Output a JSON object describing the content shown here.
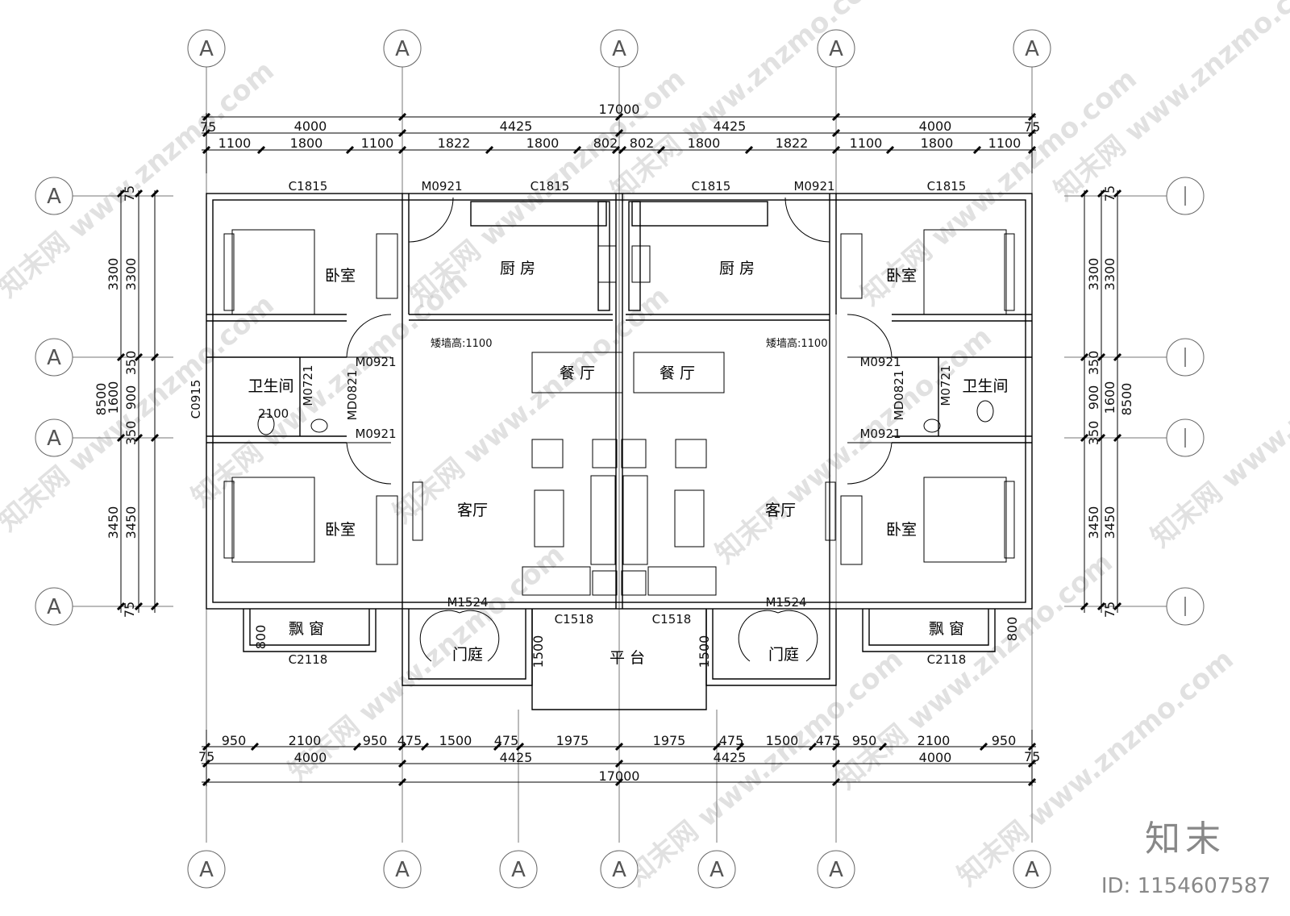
{
  "axis_label": "A",
  "rooms": {
    "bedroom": "卧室",
    "kitchen": "厨 房",
    "dining": "餐 厅",
    "bathroom": "卫生间",
    "living": "客厅",
    "bay_window": "飘 窗",
    "foyer": "门庭",
    "platform": "平 台"
  },
  "codes": {
    "c1815": "C1815",
    "m0921": "M0921",
    "c0915": "C0915",
    "m0721": "M0721",
    "md0821": "MD0821",
    "m1524": "M1524",
    "c1518": "C1518",
    "c2118": "C2118",
    "wall_height": "矮墙高:1100",
    "gap2100": "2100"
  },
  "top_dims": {
    "total": "17000",
    "edge": "75",
    "main": [
      "4000",
      "4425",
      "4425",
      "4000"
    ],
    "detail": [
      "1100",
      "1800",
      "1100",
      "1822",
      "1800",
      "802",
      "802",
      "1800",
      "1822",
      "1100",
      "1800",
      "1100"
    ]
  },
  "bottom_dims": {
    "detail": [
      "950",
      "2100",
      "950",
      "475",
      "1500",
      "475",
      "1975",
      "1975",
      "475",
      "1500",
      "475",
      "950",
      "2100",
      "950"
    ],
    "edge": "75",
    "main": [
      "4000",
      "4425",
      "4425",
      "4000"
    ],
    "total": "17000"
  },
  "side_dims": {
    "left_outer": [
      "75",
      "3300",
      "1600",
      "3450",
      "75"
    ],
    "left_inner": [
      "3300",
      "350",
      "900",
      "350",
      "3450"
    ],
    "total": "8500",
    "bay": "800",
    "foyer": "1500"
  },
  "watermark": "知末网 www.znzmo.com",
  "brand": "知末",
  "image_id": "ID: 1154607587"
}
